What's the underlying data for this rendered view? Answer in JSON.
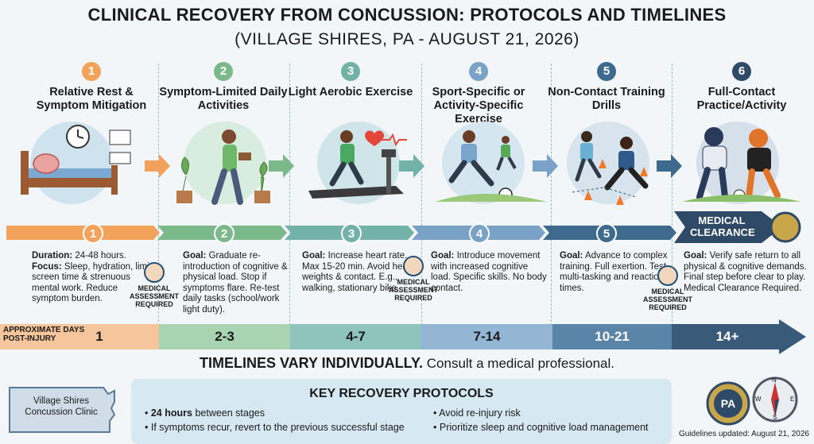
{
  "header": {
    "title": "CLINICAL RECOVERY FROM CONCUSSION: PROTOCOLS AND TIMELINES",
    "subtitle": "(VILLAGE SHIRES, PA - AUGUST 21, 2026)"
  },
  "stages": [
    {
      "num": "1",
      "title": "Relative Rest & Symptom Mitigation",
      "days": "1",
      "goal_label": "Duration:",
      "goal_text": "24-48 hours.",
      "focus_label": "Focus:",
      "focus_text": "Sleep, hydration, limit screen time & strenuous mental work. Reduce symptom burden."
    },
    {
      "num": "2",
      "title": "Symptom-Limited Daily Activities",
      "days": "2-3",
      "goal_label": "Goal:",
      "goal_text": "Graduate re-introduction of cognitive & physical load. Stop if symptoms flare. Re-test daily tasks (school/work light duty)."
    },
    {
      "num": "3",
      "title": "Light Aerobic Exercise",
      "days": "4-7",
      "goal_label": "Goal:",
      "goal_text": "Increase heart rate. Max 15-20 min. Avoid heavy weights & contact. E.g., walking, stationary bike."
    },
    {
      "num": "4",
      "title": "Sport-Specific or Activity-Specific Exercise",
      "days": "7-14",
      "goal_label": "Goal:",
      "goal_text": "Introduce movement with increased cognitive load. Specific skills. No body contact."
    },
    {
      "num": "5",
      "title": "Non-Contact Training Drills",
      "days": "10-21",
      "goal_label": "Goal:",
      "goal_text": "Advance to complex training. Full exertion. Test multi-tasking and reaction times."
    },
    {
      "num": "6",
      "title": "Full-Contact Practice/Activity",
      "days": "14+",
      "goal_label": "Goal:",
      "goal_text": "Verify safe return to all physical & cognitive demands. Final step before clear to play. Medical Clearance Required."
    }
  ],
  "medical_assessment": "MEDICAL ASSESSMENT REQUIRED",
  "medical_clearance": "MEDICAL CLEARANCE",
  "days_label": "APPROXIMATE DAYS POST-INJURY",
  "warning": {
    "bold": "TIMELINES VARY INDIVIDUALLY.",
    "text": " Consult a medical professional."
  },
  "protocols": {
    "heading": "KEY RECOVERY PROTOCOLS",
    "items": [
      {
        "bold": "24 hours",
        "text": " between stages"
      },
      {
        "bold": "",
        "text": "If symptoms recur, revert to the previous successful stage"
      },
      {
        "bold": "",
        "text": "Avoid re-injury risk"
      },
      {
        "bold": "",
        "text": "Prioritize sleep and cognitive load management"
      }
    ]
  },
  "clinic": "Village Shires Concussion Clinic",
  "badge": "PA",
  "compass": {
    "n": "N",
    "e": "E",
    "s": "S",
    "w": "W"
  },
  "footer": "Guidelines updated: August 21, 2026",
  "colors": {
    "stage1": "#f2a25a",
    "stage2": "#7cb98a",
    "stage3": "#72b2a8",
    "stage4": "#7aa2c6",
    "stage5": "#3e6a8e",
    "stage6": "#2f4a66"
  }
}
